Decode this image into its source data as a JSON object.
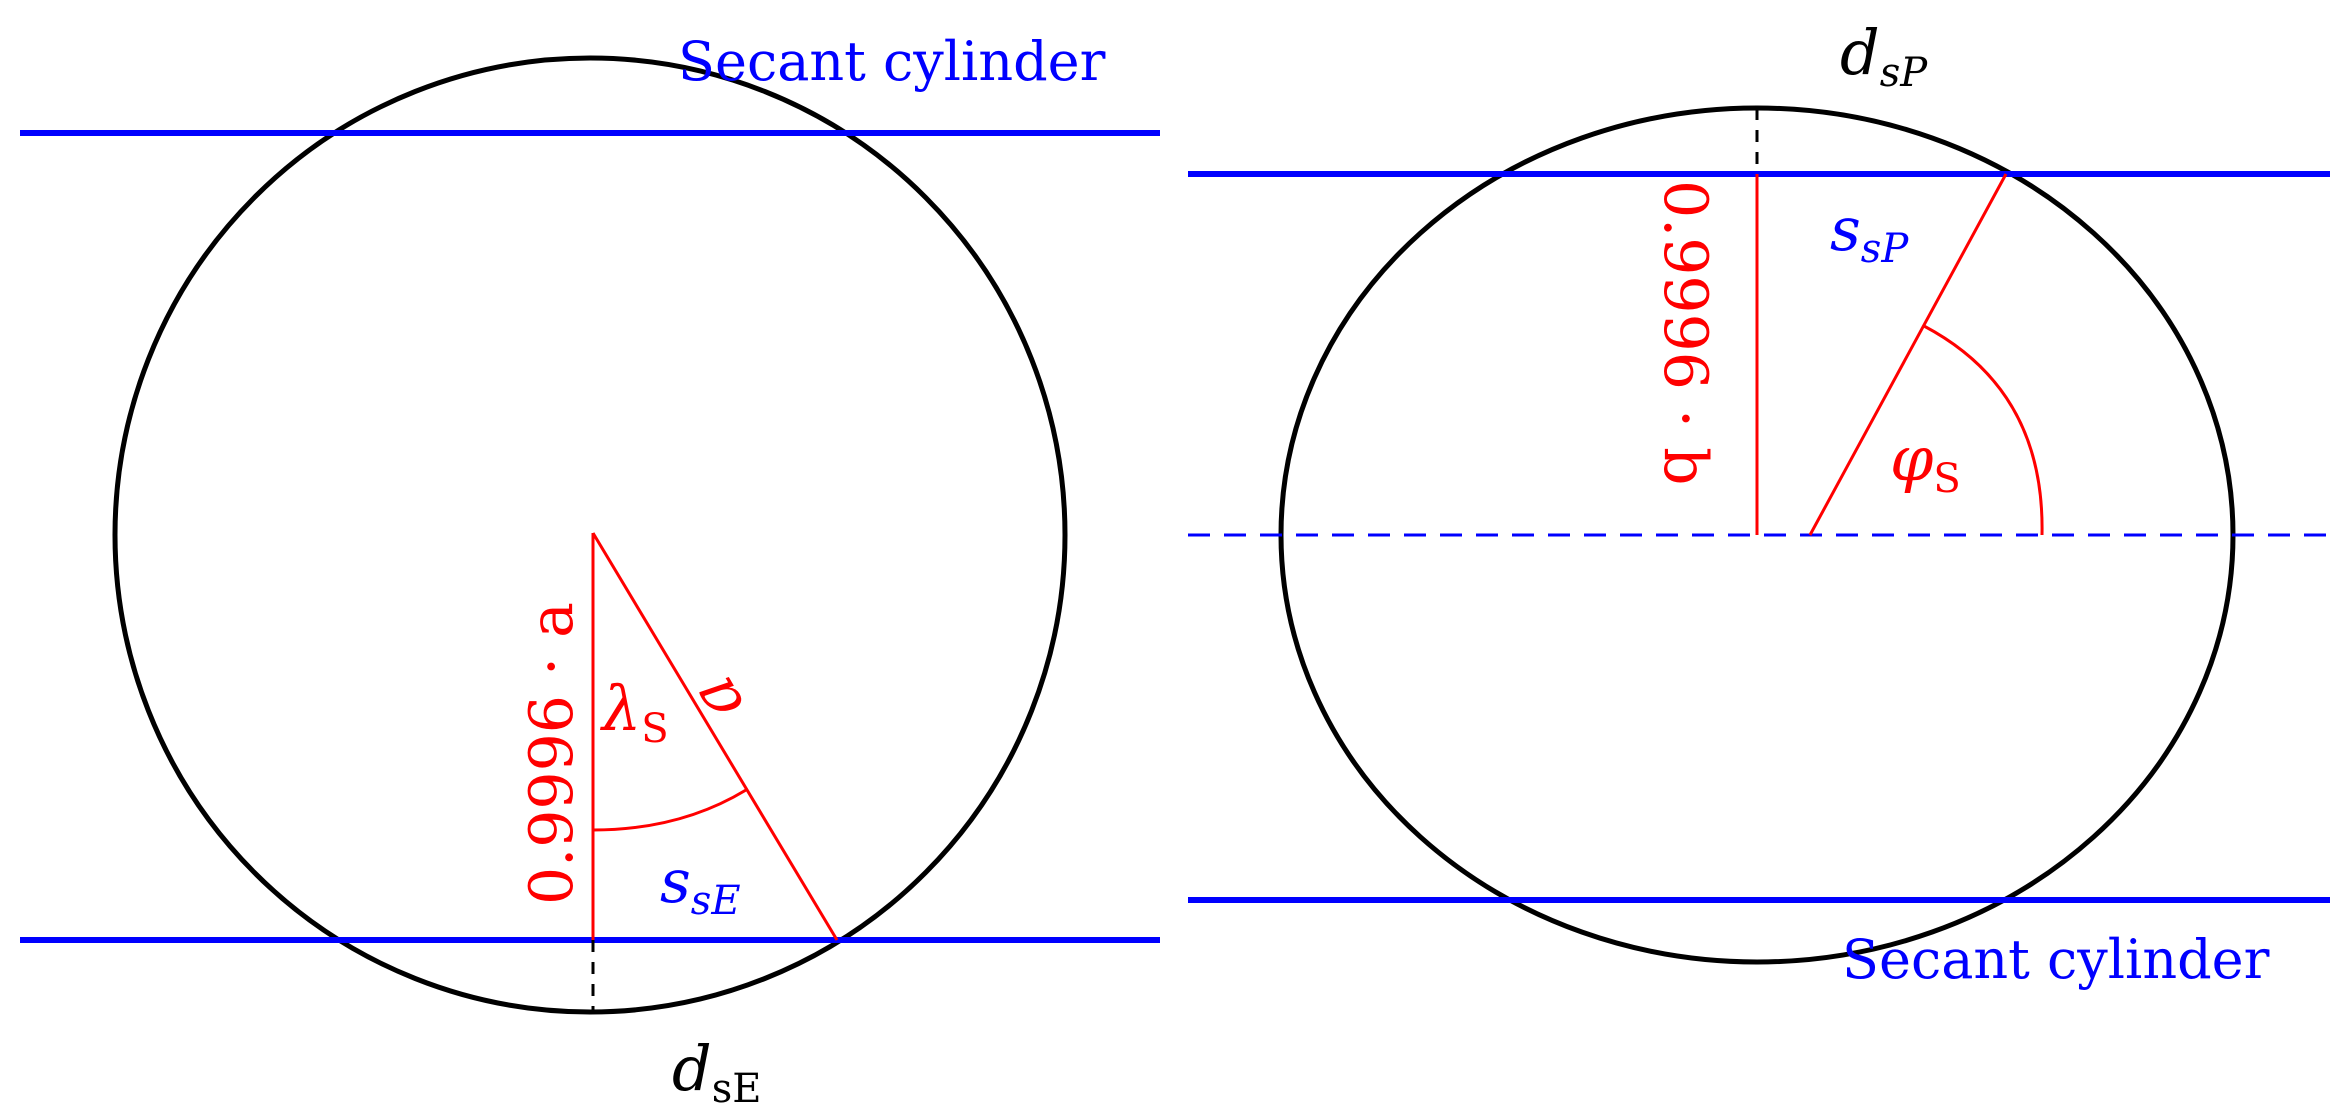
{
  "diagrams": [
    {
      "title": "Secant cylinder",
      "height_label": "0.9996 · a",
      "radius_label": "a",
      "angle_label": {
        "base": "λ",
        "sub": "S"
      },
      "distance_label": {
        "base": "s",
        "sub": "sE"
      },
      "offset_label": {
        "base": "d",
        "sub": "sE"
      }
    },
    {
      "title": "Secant cylinder",
      "height_label": "0.9996 · b",
      "angle_label": {
        "base": "φ",
        "sub": "S"
      },
      "distance_label": {
        "base": "s",
        "sub": "sP"
      },
      "offset_label": {
        "base": "d",
        "sub": "sP"
      }
    }
  ],
  "colors": {
    "outline": "#000000",
    "cylinder": "#0000ff",
    "construction": "#ff0000"
  }
}
